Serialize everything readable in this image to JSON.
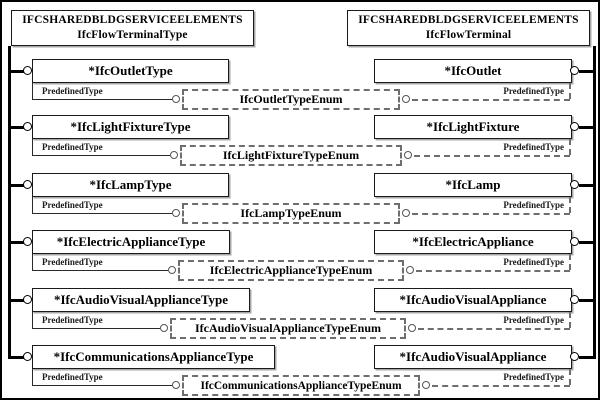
{
  "diagram": {
    "left_schema": {
      "line1": "IFCSHAREDBLDGSERVICEELEMENTS",
      "line2": "IfcFlowTerminalType"
    },
    "right_schema": {
      "line1": "IFCSHAREDBLDGSERVICEELEMENTS",
      "line2": "IfcFlowTerminal"
    },
    "rows": [
      {
        "left": "*IfcOutletType",
        "right": "*IfcOutlet",
        "enum": "IfcOutletTypeEnum",
        "attr_left": "PredefinedType",
        "attr_right": "PredefinedType"
      },
      {
        "left": "*IfcLightFixtureType",
        "right": "*IfcLightFixture",
        "enum": "IfcLightFixtureTypeEnum",
        "attr_left": "PredefinedType",
        "attr_right": "PredefinedType"
      },
      {
        "left": "*IfcLampType",
        "right": "*IfcLamp",
        "enum": "IfcLampTypeEnum",
        "attr_left": "PredefinedType",
        "attr_right": "PredefinedType"
      },
      {
        "left": "*IfcElectricApplianceType",
        "right": "*IfcElectricAppliance",
        "enum": "IfcElectricApplianceTypeEnum",
        "attr_left": "PredefinedType",
        "attr_right": "PredefinedType"
      },
      {
        "left": "*IfcAudioVisualApplianceType",
        "right": "*IfcAudioVisualAppliance",
        "enum": "IfcAudioVisualApplianceTypeEnum",
        "attr_left": "PredefinedType",
        "attr_right": "PredefinedType"
      },
      {
        "left": "*IfcCommunicationsApplianceType",
        "right": "*IfcAudioVisualAppliance",
        "enum": "IfcCommunicationsApplianceTypeEnum",
        "attr_left": "PredefinedType",
        "attr_right": "PredefinedType"
      }
    ],
    "colors": {
      "line": "#000000",
      "dashed_line": "#6e6e6e",
      "background": "#ffffff"
    }
  }
}
